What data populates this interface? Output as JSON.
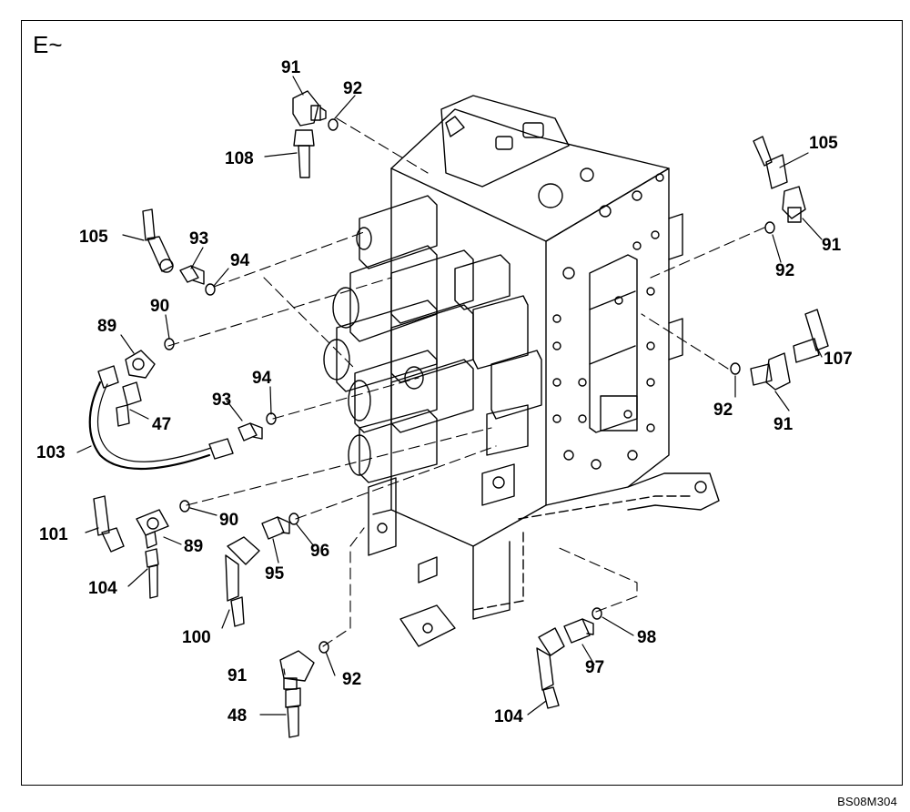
{
  "section_label": "E~",
  "document_code": "BS08M304",
  "callouts": [
    {
      "id": "c91a",
      "text": "91"
    },
    {
      "id": "c92a",
      "text": "92"
    },
    {
      "id": "c108",
      "text": "108"
    },
    {
      "id": "c105a",
      "text": "105"
    },
    {
      "id": "c91b",
      "text": "91"
    },
    {
      "id": "c92b",
      "text": "92"
    },
    {
      "id": "c105b",
      "text": "105"
    },
    {
      "id": "c93a",
      "text": "93"
    },
    {
      "id": "c94a",
      "text": "94"
    },
    {
      "id": "c90a",
      "text": "90"
    },
    {
      "id": "c89a",
      "text": "89"
    },
    {
      "id": "c94b",
      "text": "94"
    },
    {
      "id": "c93b",
      "text": "93"
    },
    {
      "id": "c47",
      "text": "47"
    },
    {
      "id": "c103",
      "text": "103"
    },
    {
      "id": "c107",
      "text": "107"
    },
    {
      "id": "c92c",
      "text": "92"
    },
    {
      "id": "c91c",
      "text": "91"
    },
    {
      "id": "c90b",
      "text": "90"
    },
    {
      "id": "c101",
      "text": "101"
    },
    {
      "id": "c89b",
      "text": "89"
    },
    {
      "id": "c96",
      "text": "96"
    },
    {
      "id": "c95",
      "text": "95"
    },
    {
      "id": "c104a",
      "text": "104"
    },
    {
      "id": "c100",
      "text": "100"
    },
    {
      "id": "c98",
      "text": "98"
    },
    {
      "id": "c97",
      "text": "97"
    },
    {
      "id": "c91d",
      "text": "91"
    },
    {
      "id": "c92d",
      "text": "92"
    },
    {
      "id": "c48",
      "text": "48"
    },
    {
      "id": "c104b",
      "text": "104"
    }
  ]
}
